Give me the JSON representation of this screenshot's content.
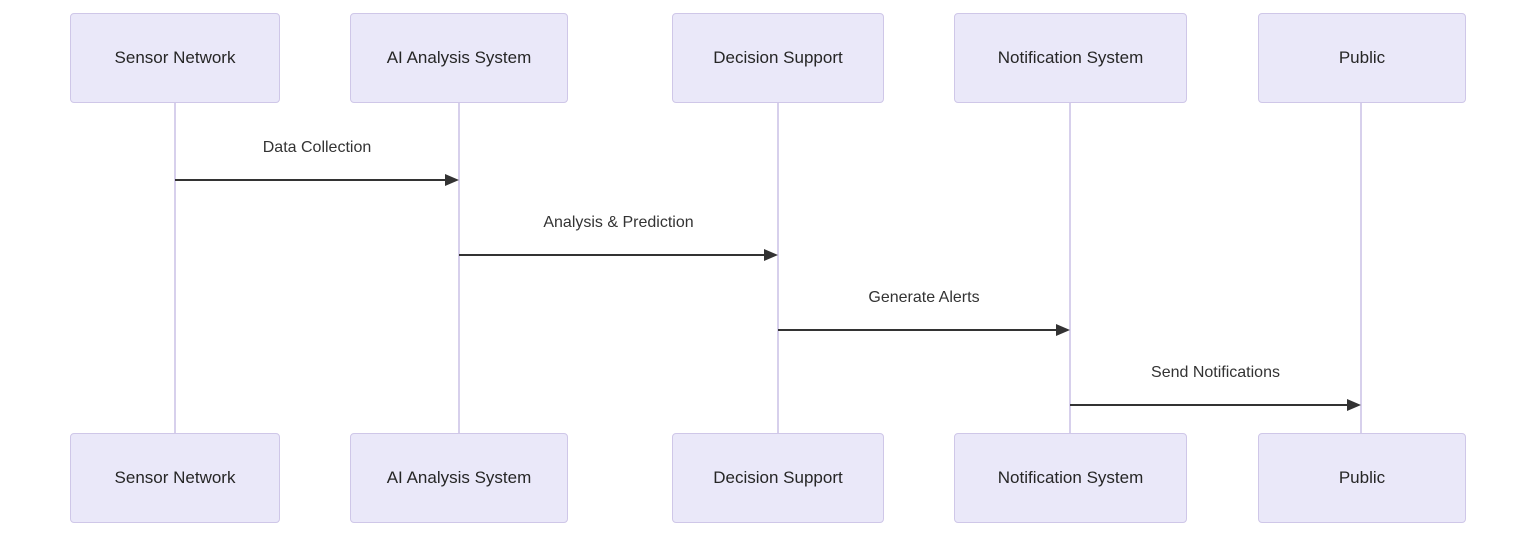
{
  "diagram": {
    "type": "sequence-diagram",
    "colors": {
      "background": "#ffffff",
      "actor_fill": "#EAE8F9",
      "actor_border": "#CFC7E8",
      "lifeline": "#D7D0EC",
      "arrow": "#333333",
      "actor_text": "#262626",
      "message_text": "#333333"
    },
    "actors": [
      {
        "label": "Sensor Network"
      },
      {
        "label": "AI Analysis System"
      },
      {
        "label": "Decision Support"
      },
      {
        "label": "Notification System"
      },
      {
        "label": "Public"
      }
    ],
    "messages": [
      {
        "from": "Sensor Network",
        "to": "AI Analysis System",
        "label": "Data Collection",
        "line": "solid",
        "arrowhead": "filled"
      },
      {
        "from": "AI Analysis System",
        "to": "Decision Support",
        "label": "Analysis & Prediction",
        "line": "solid",
        "arrowhead": "filled"
      },
      {
        "from": "Decision Support",
        "to": "Notification System",
        "label": "Generate Alerts",
        "line": "solid",
        "arrowhead": "filled"
      },
      {
        "from": "Notification System",
        "to": "Public",
        "label": "Send Notifications",
        "line": "solid",
        "arrowhead": "filled"
      }
    ]
  }
}
